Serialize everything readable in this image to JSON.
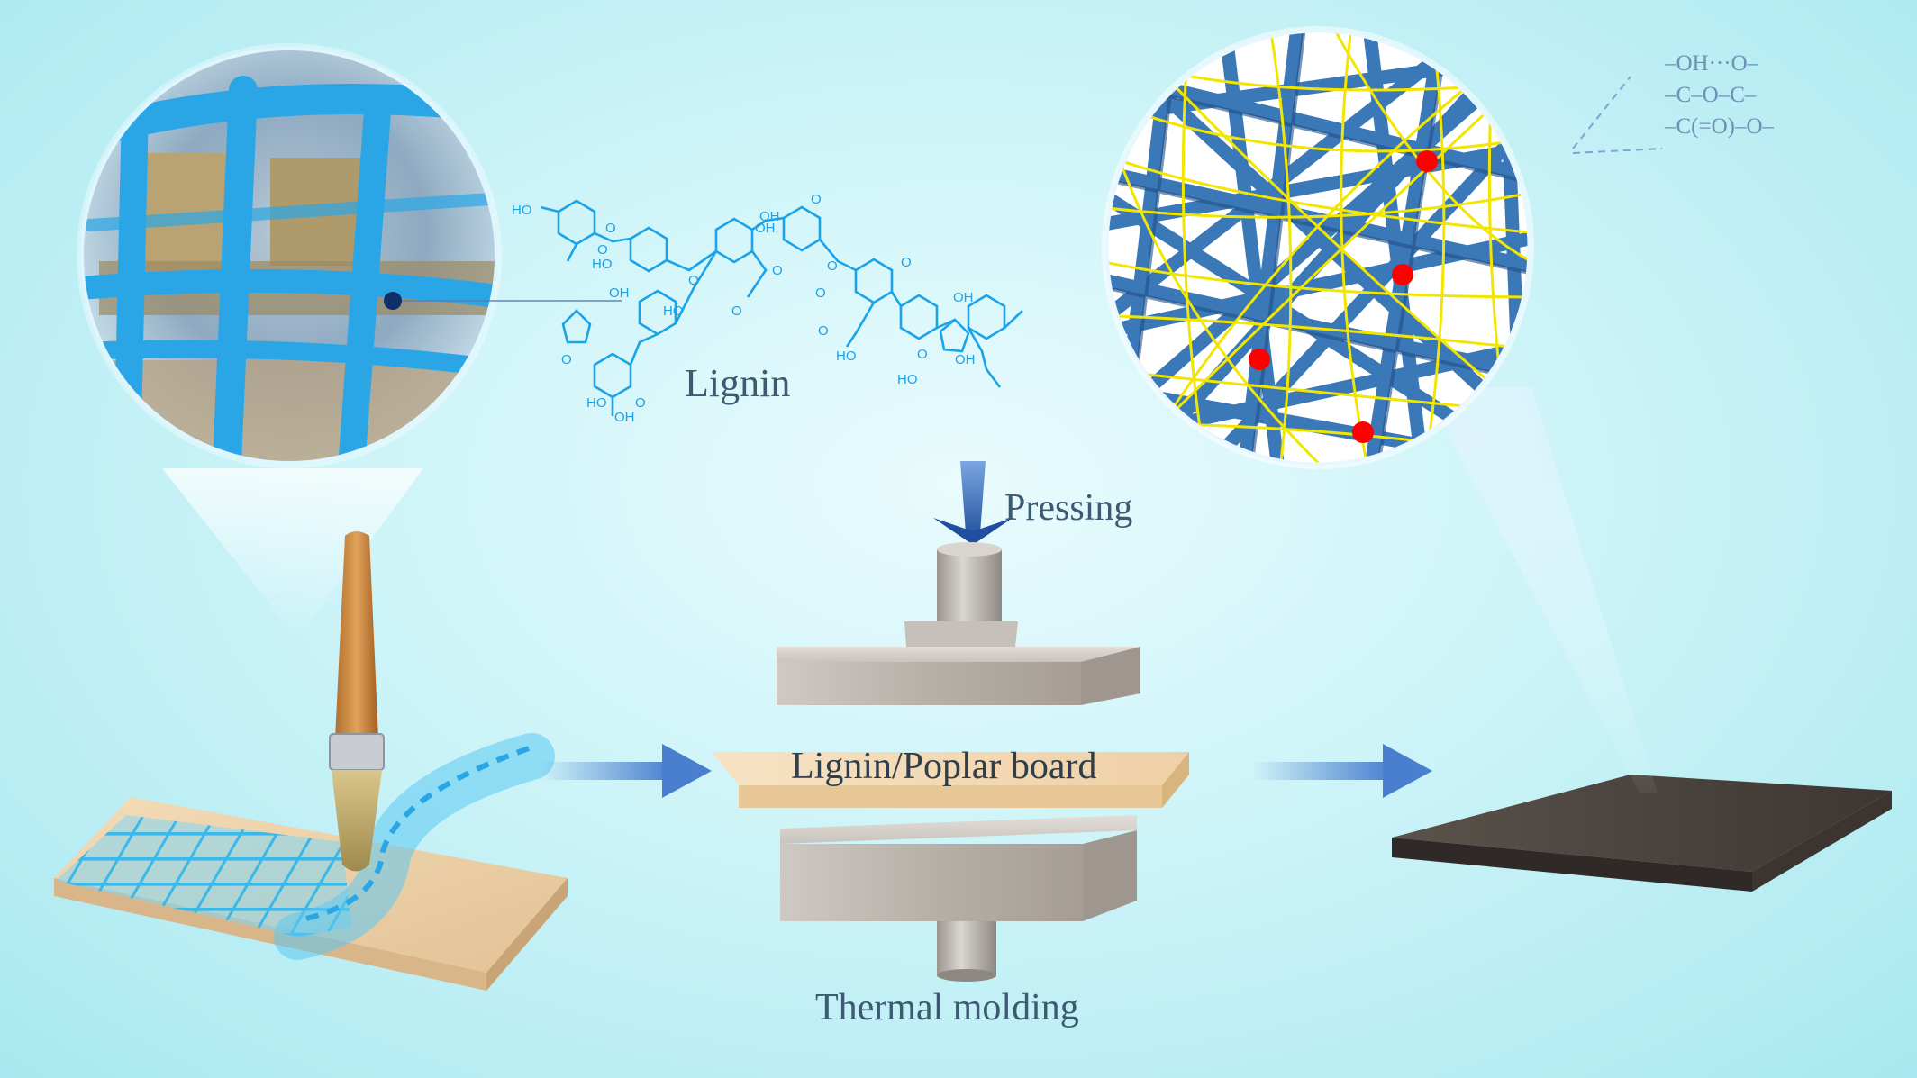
{
  "labels": {
    "lignin": "Lignin",
    "pressing": "Pressing",
    "board": "Lignin/Poplar board",
    "thermal_molding": "Thermal molding"
  },
  "bonds": [
    "–OH···O–",
    "–C–O–C–",
    "–C(=O)–O–"
  ],
  "molecule_atom_labels": [
    "HO",
    "O",
    "O",
    "HO",
    "OH",
    "O",
    "HO",
    "OH",
    "O",
    "O",
    "O",
    "O",
    "O",
    "OH",
    "O",
    "O",
    "HO",
    "OH",
    "O",
    "O",
    "HO",
    "O",
    "OH",
    "OH",
    "HO"
  ],
  "colors": {
    "background": "#cdf4f8",
    "lignin_blue": "#1aa3e8",
    "fiber_blue": "#3a78b8",
    "lignin_strand_yellow": "#f2e600",
    "bond_red": "#ff0000",
    "arrow_blue": "#4a7fd0",
    "press_metal": "#bdb7b0",
    "poplar_board": "#f3d9b5",
    "dark_board": "#4a433e"
  }
}
